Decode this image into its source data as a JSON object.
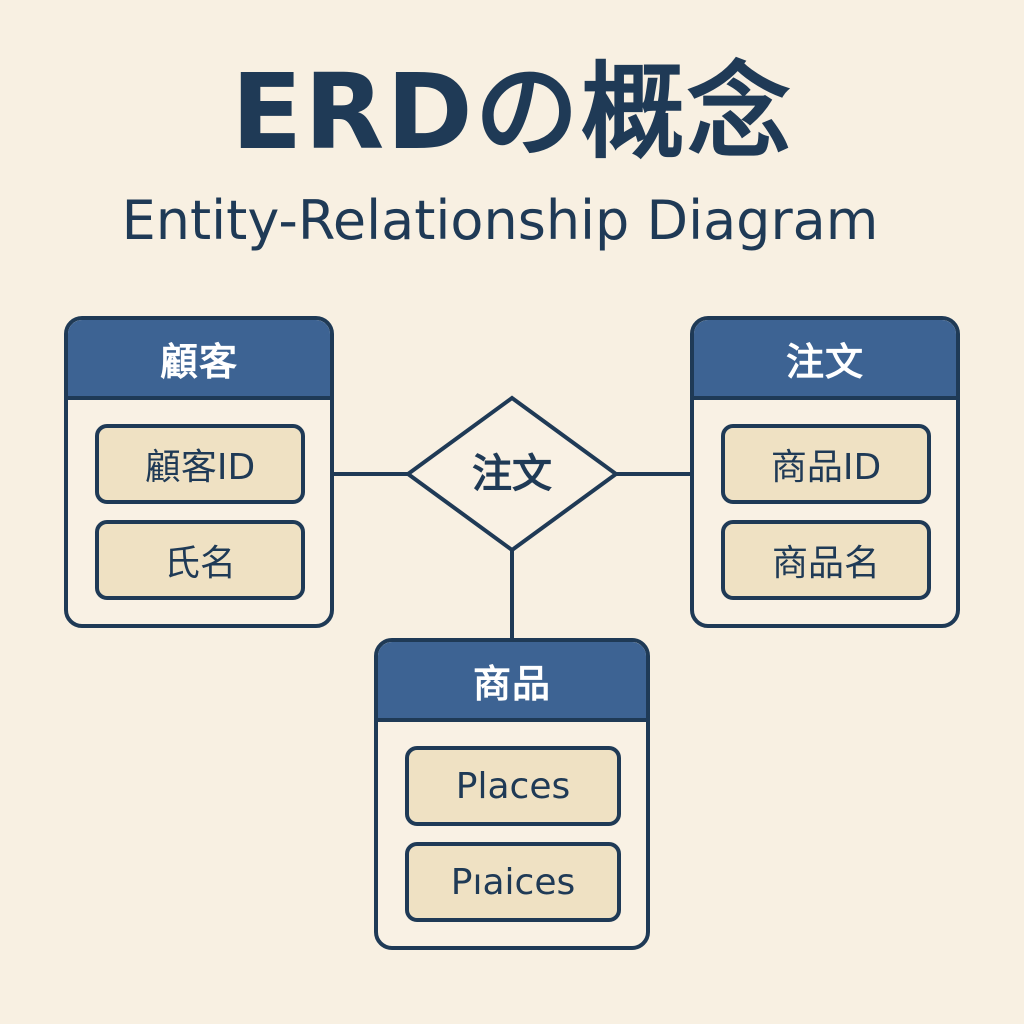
{
  "title": "ERDの概念",
  "subtitle": "Entity-Relationship Diagram",
  "colors": {
    "background": "#f8f0e2",
    "ink": "#1f3a56",
    "header": "#3d6393",
    "attribute_fill": "#efe1c3"
  },
  "relationship": {
    "label": "注文"
  },
  "entities": {
    "customer": {
      "name": "顧客",
      "attributes": [
        "顧客ID",
        "氏名"
      ]
    },
    "order": {
      "name": "注文",
      "attributes": [
        "商品ID",
        "商品名"
      ]
    },
    "product": {
      "name": "商品",
      "attributes": [
        "Places",
        "Pıaices"
      ]
    }
  }
}
